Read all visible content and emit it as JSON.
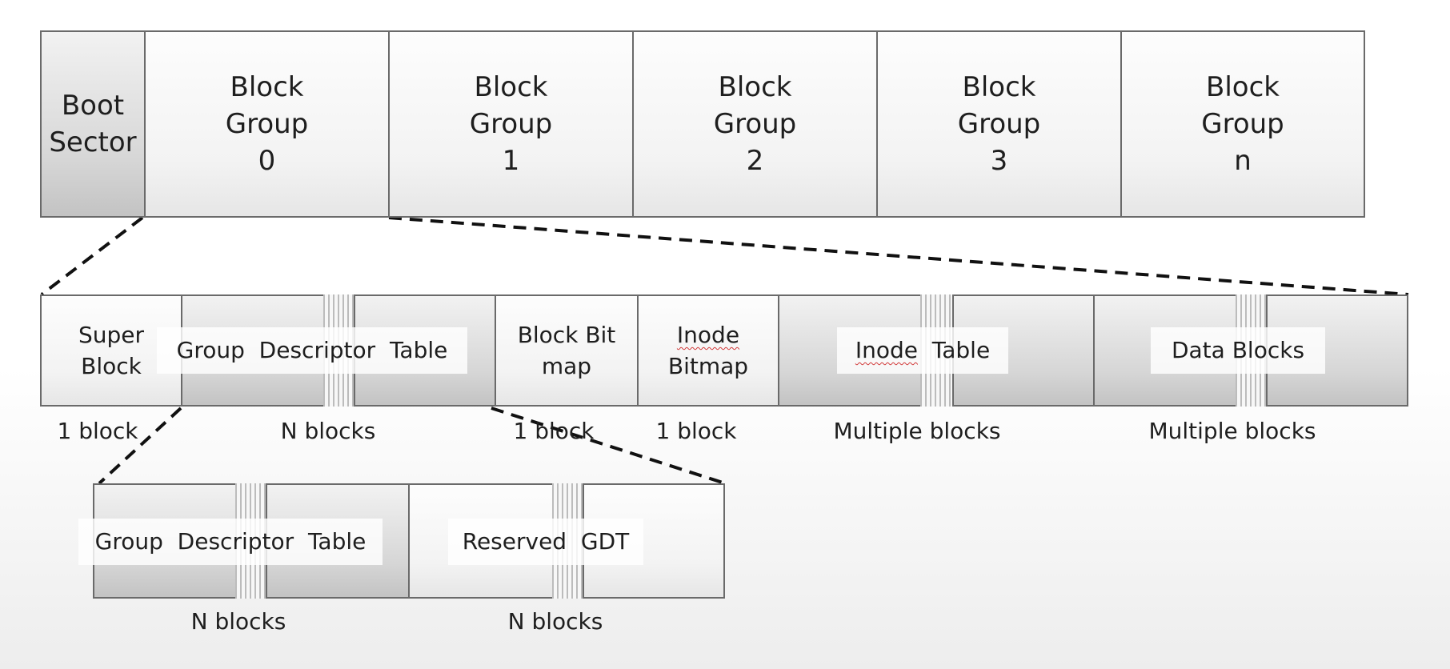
{
  "top_row": {
    "boot_sector": "Boot\nSector",
    "groups": [
      "Block\nGroup\n0",
      "Block\nGroup\n1",
      "Block\nGroup\n2",
      "Block\nGroup\n3",
      "Block\nGroup\nn"
    ]
  },
  "middle_row": {
    "super_block": "Super\nBlock",
    "group_descriptor_table": "Group  Descriptor  Table",
    "block_bitmap": "Block Bit\nmap",
    "inode_bitmap_line1": "Inode",
    "inode_bitmap_line2": "Bitmap",
    "inode_table_word1": "Inode",
    "inode_table_word2": "Table",
    "data_blocks": "Data Blocks",
    "size_labels": {
      "super_block": "1 block",
      "group_descriptor_table": "N blocks",
      "block_bitmap": "1 block",
      "inode_bitmap": "1 block",
      "inode_table": "Multiple blocks",
      "data_blocks": "Multiple blocks"
    }
  },
  "bottom_row": {
    "group_descriptor_table": "Group  Descriptor  Table",
    "reserved_gdt": "Reserved  GDT",
    "size_labels": {
      "group_descriptor_table": "N blocks",
      "reserved_gdt": "N blocks"
    }
  },
  "colors": {
    "border": "#6a6a6a",
    "shaded_fill": "#d6d6d6",
    "light_fill": "#f3f3f3",
    "dashed_line": "#111111",
    "spellcheck_underline": "#d23a3a"
  }
}
